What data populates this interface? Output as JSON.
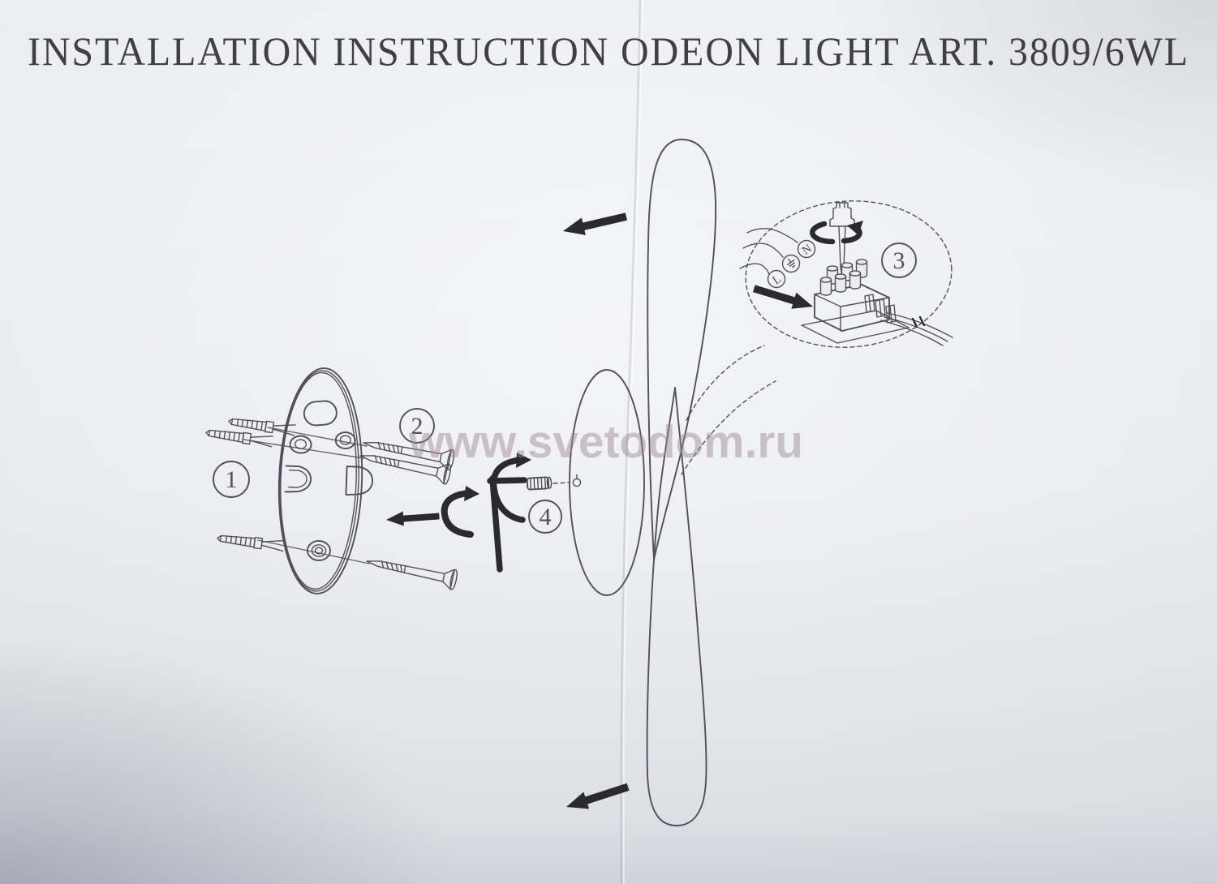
{
  "document": {
    "title": "INSTALLATION INSTRUCTION ODEON LIGHT ART. 3809/6WL",
    "watermark": "www.svetodom.ru"
  },
  "steps": [
    {
      "label": "1"
    },
    {
      "label": "2"
    },
    {
      "label": "3"
    },
    {
      "label": "4"
    }
  ],
  "wiring": {
    "neutral": "N",
    "earth": "⏚",
    "live": "L"
  },
  "icons": {
    "earth_ground_icon": "⏚"
  },
  "colors": {
    "paper": "#e9ebf1",
    "ink": "#534f5a",
    "arrow": "#2b2931",
    "watermark": "#9d8a91"
  }
}
